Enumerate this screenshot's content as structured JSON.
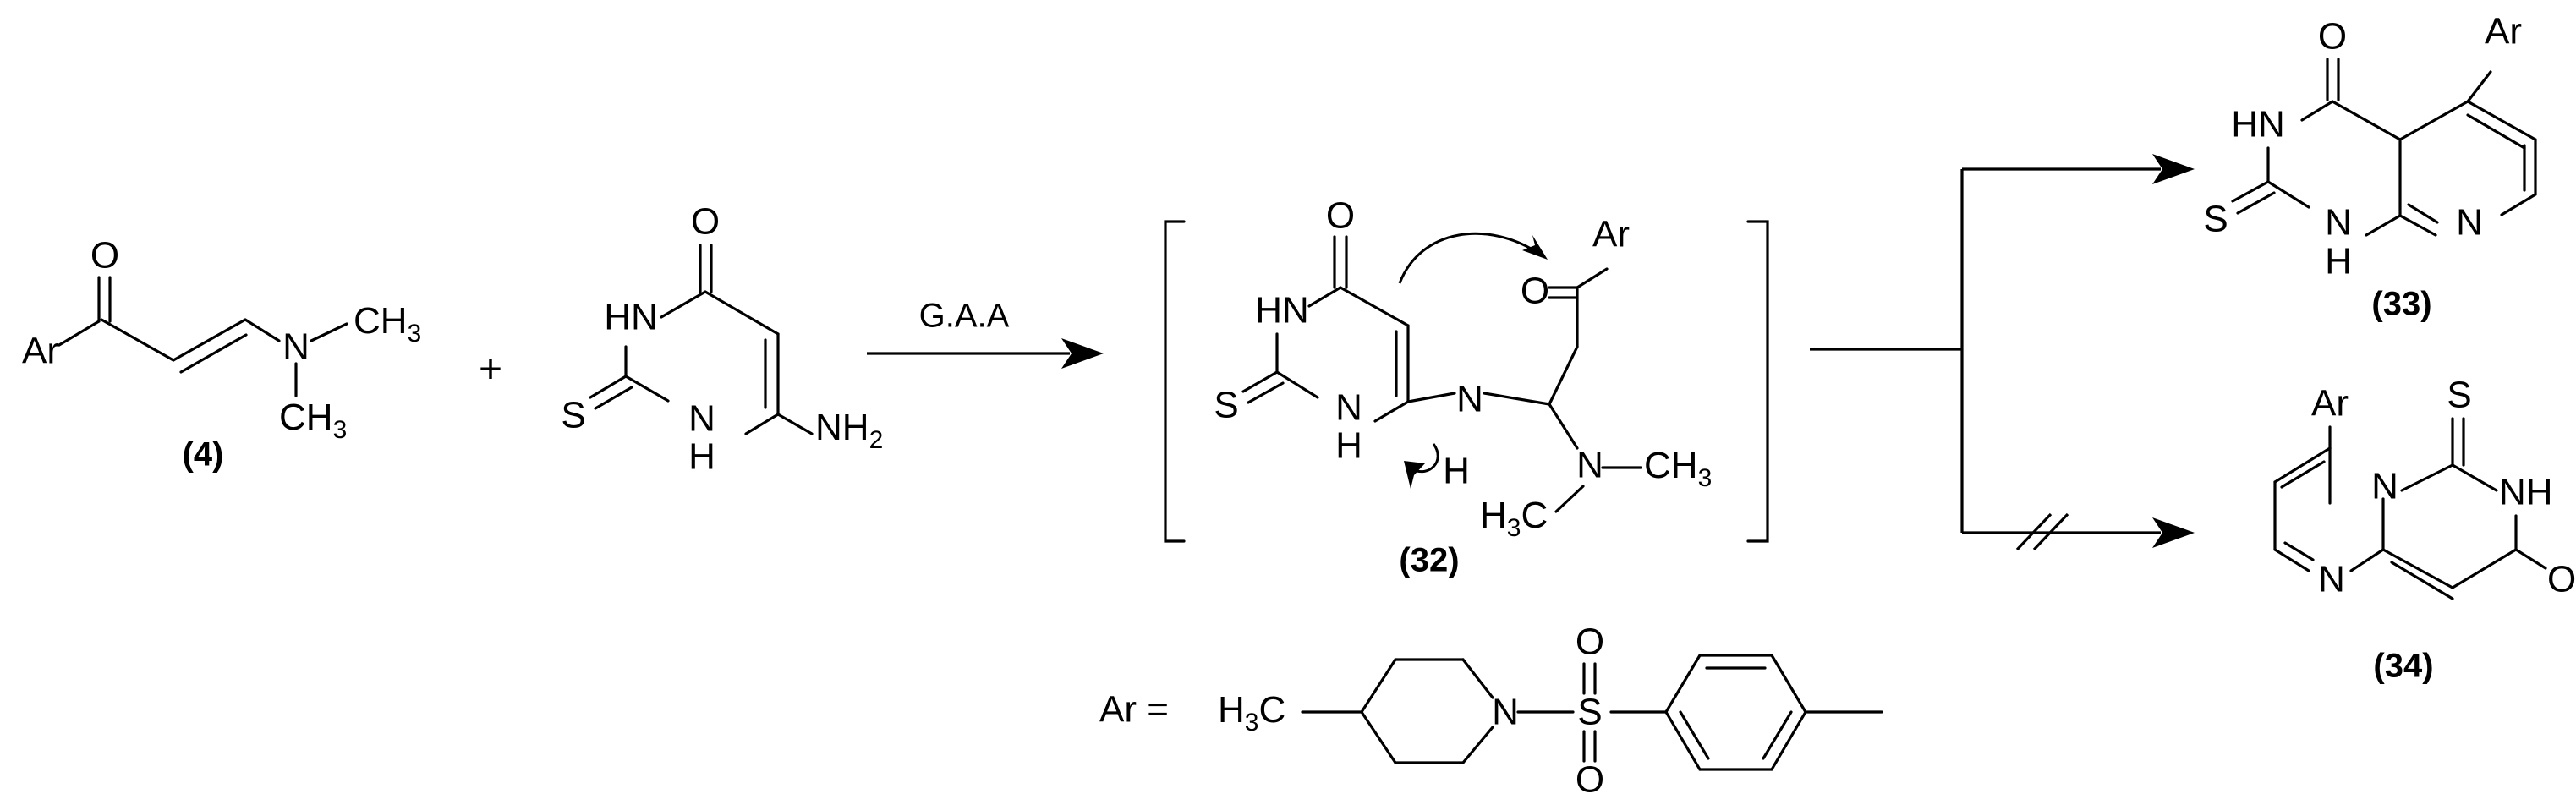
{
  "compounds": {
    "enaminone": {
      "label": "(4)",
      "ar": "Ar",
      "o": "O",
      "n": "N",
      "ch3": "CH",
      "sub3": "3"
    },
    "thiouracil": {
      "o": "O",
      "hn": "HN",
      "s": "S",
      "nh": "N",
      "h": "H",
      "nh2": "NH",
      "sub2": "2"
    },
    "intermediate": {
      "label": "(32)",
      "o1": "O",
      "hn": "HN",
      "s": "S",
      "n1": "N",
      "h1": "H",
      "nh": "N",
      "h2": "H",
      "o2": "O",
      "ar": "Ar",
      "n2": "N",
      "ch3": "CH",
      "h3c": "H",
      "c": "C",
      "sub3": "3"
    },
    "product33": {
      "label": "(33)",
      "o": "O",
      "ar": "Ar",
      "hn": "HN",
      "s": "S",
      "n1": "N",
      "h": "H",
      "n2": "N"
    },
    "product34": {
      "label": "(34)",
      "ar": "Ar",
      "s": "S",
      "n1": "N",
      "nh": "NH",
      "n2": "N",
      "o": "O"
    }
  },
  "reaction": {
    "plus": "+",
    "condition": "G.A.A"
  },
  "ar_definition": {
    "prefix": "Ar =",
    "h3c": "H",
    "c": "C",
    "sub3": "3",
    "n": "N",
    "s": "S",
    "o1": "O",
    "o2": "O"
  }
}
